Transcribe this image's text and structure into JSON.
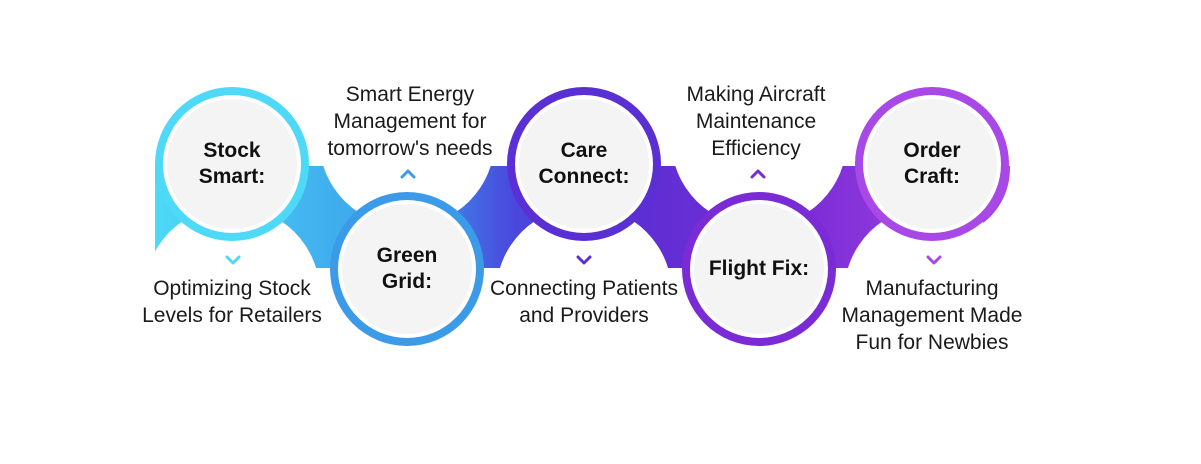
{
  "steps": [
    {
      "title": "Stock Smart:",
      "description": "Optimizing Stock Levels for Retailers",
      "color": "#4dd9f7",
      "position": "top",
      "label_side": "below",
      "chevron": "chevron-down-icon"
    },
    {
      "title": "Green Grid:",
      "description": "Smart Energy Management for tomorrow's needs",
      "color": "#3b9be9",
      "position": "bottom",
      "label_side": "above",
      "chevron": "chevron-up-icon"
    },
    {
      "title": "Care Connect:",
      "description": "Connecting Patients and Providers",
      "color": "#5a2fd4",
      "position": "top",
      "label_side": "below",
      "chevron": "chevron-down-icon"
    },
    {
      "title": "Flight Fix:",
      "description": "Making Aircraft Maintenance Efficiency",
      "color": "#7a2bd6",
      "position": "bottom",
      "label_side": "above",
      "chevron": "chevron-up-icon"
    },
    {
      "title": "Order Craft:",
      "description": "Manufacturing Management Made Fun for Newbies",
      "color": "#a848e6",
      "position": "top",
      "label_side": "below",
      "chevron": "chevron-down-icon"
    }
  ]
}
